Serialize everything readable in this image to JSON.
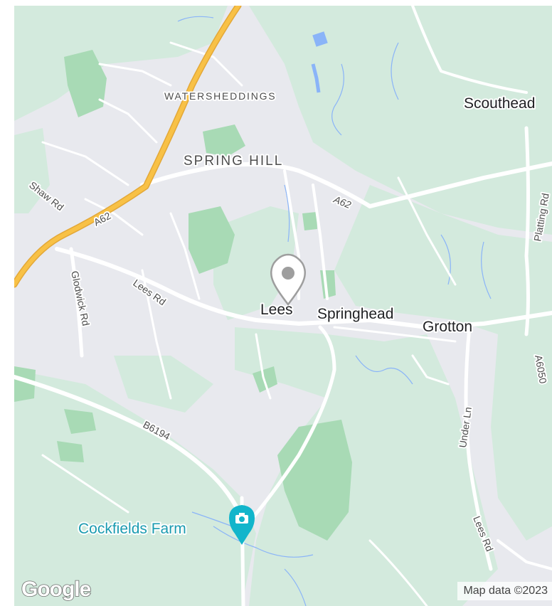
{
  "map": {
    "places": {
      "watersheddings": "WATERSHEDDINGS",
      "spring_hill": "SPRING HILL",
      "southead": "Scouthead",
      "lees": "Lees",
      "springhead": "Springhead",
      "grotton": "Grotton",
      "cockfields_farm": "Cockfields Farm"
    },
    "roads": {
      "a62_main": "A62",
      "a62_east": "A62",
      "shaw_rd": "Shaw Rd",
      "glodwick_rd": "Glodwick Rd",
      "lees_rd_west": "Lees Rd",
      "b6194": "B6194",
      "platting_rd": "Platting Rd",
      "under_ln": "Under Ln",
      "lees_rd_south": "Lees Rd",
      "a6050": "A6050"
    },
    "pin": {
      "icon": "location-pin-icon",
      "color": "#9e9e9e"
    },
    "poi": {
      "icon": "camera-icon",
      "color": "#12b5cb"
    },
    "colors": {
      "urban": "#e8e9ee",
      "green": "#d3eadd",
      "park": "#a8dab5",
      "water": "#8ab4f8",
      "road": "#ffffff",
      "motorway": "#f8c146",
      "motorway_edge": "#e3a838",
      "poi_text": "#1a9bb0"
    },
    "attribution": "Map data ©2023",
    "logo": "Google"
  }
}
